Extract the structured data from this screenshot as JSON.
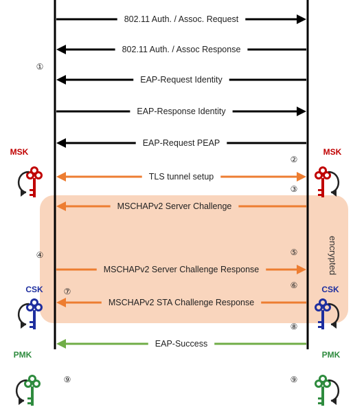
{
  "messages": [
    {
      "text": "802.11 Auth. / Assoc. Request",
      "dir": "right",
      "color": "#000000",
      "step": ""
    },
    {
      "text": "802.11 Auth. / Assoc Response",
      "dir": "left",
      "color": "#000000",
      "step": ""
    },
    {
      "text": "EAP-Request Identity",
      "dir": "left",
      "color": "#000000",
      "step": ""
    },
    {
      "text": "EAP-Response Identity",
      "dir": "right",
      "color": "#000000",
      "step": ""
    },
    {
      "text": "EAP-Request PEAP",
      "dir": "left",
      "color": "#000000",
      "step": ""
    },
    {
      "text": "TLS tunnel setup",
      "dir": "both",
      "color": "#ED7D31",
      "step": "②"
    },
    {
      "text": "MSCHAPv2 Server Challenge",
      "dir": "left",
      "color": "#ED7D31",
      "step": "③"
    },
    {
      "text": "MSCHAPv2 Server Challenge Response",
      "dir": "right",
      "color": "#ED7D31",
      "step": "⑤"
    },
    {
      "text": "MSCHAPv2 STA Challenge Response",
      "dir": "left",
      "color": "#ED7D31",
      "step": "⑥"
    },
    {
      "text": "EAP-Success",
      "dir": "left",
      "color": "#70AD47",
      "step": "⑧"
    }
  ],
  "left_steps": [
    {
      "text": "①"
    },
    {
      "text": "④"
    },
    {
      "text": "⑦"
    },
    {
      "text": "⑨"
    }
  ],
  "right_step_9": "⑨",
  "encrypted_label": "encrypted",
  "keys": [
    {
      "label": "MSK",
      "color": "#C00000",
      "side": "left"
    },
    {
      "label": "MSK",
      "color": "#C00000",
      "side": "right"
    },
    {
      "label": "CSK",
      "color": "#1F2F9F",
      "side": "left"
    },
    {
      "label": "CSK",
      "color": "#1F2F9F",
      "side": "right"
    },
    {
      "label": "PMK",
      "color": "#2E8B3E",
      "side": "left"
    },
    {
      "label": "PMK",
      "color": "#2E8B3E",
      "side": "right"
    }
  ],
  "colors": {
    "encrypted_region": "#F8CBAD",
    "lifeline": "#000000"
  }
}
